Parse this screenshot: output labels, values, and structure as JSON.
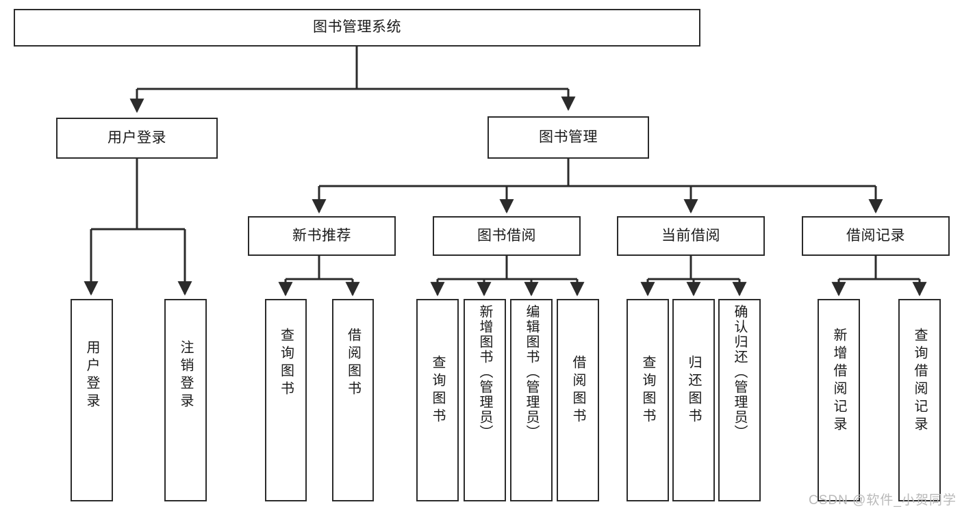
{
  "diagram": {
    "title": "图书管理系统",
    "type": "tree-hierarchy",
    "watermark": "CSDN @软件_小贺同学",
    "colors": {
      "box_border": "#2b2b2b",
      "box_fill": "#ffffff",
      "edge": "#2b2b2b",
      "text": "#1a1a1a",
      "watermark": "#b9b9b9",
      "background": "#ffffff"
    },
    "root": {
      "label": "图书管理系统"
    },
    "level1": [
      {
        "label": "用户登录"
      },
      {
        "label": "图书管理"
      }
    ],
    "level2": [
      {
        "label": "新书推荐"
      },
      {
        "label": "图书借阅"
      },
      {
        "label": "当前借阅"
      },
      {
        "label": "借阅记录"
      }
    ],
    "leaves": {
      "user_login": [
        {
          "label": "用户登录"
        },
        {
          "label": "注销登录"
        }
      ],
      "new_book_recommend": [
        {
          "label": "查询图书"
        },
        {
          "label": "借阅图书"
        }
      ],
      "book_borrow": [
        {
          "label": "查询图书"
        },
        {
          "label": "新增图书（管理员）"
        },
        {
          "label": "编辑图书（管理员）"
        },
        {
          "label": "借阅图书"
        }
      ],
      "current_borrow": [
        {
          "label": "查询图书"
        },
        {
          "label": "归还图书"
        },
        {
          "label": "确认归还（管理员）"
        }
      ],
      "borrow_record": [
        {
          "label": "新增借阅记录"
        },
        {
          "label": "查询借阅记录"
        }
      ]
    }
  }
}
